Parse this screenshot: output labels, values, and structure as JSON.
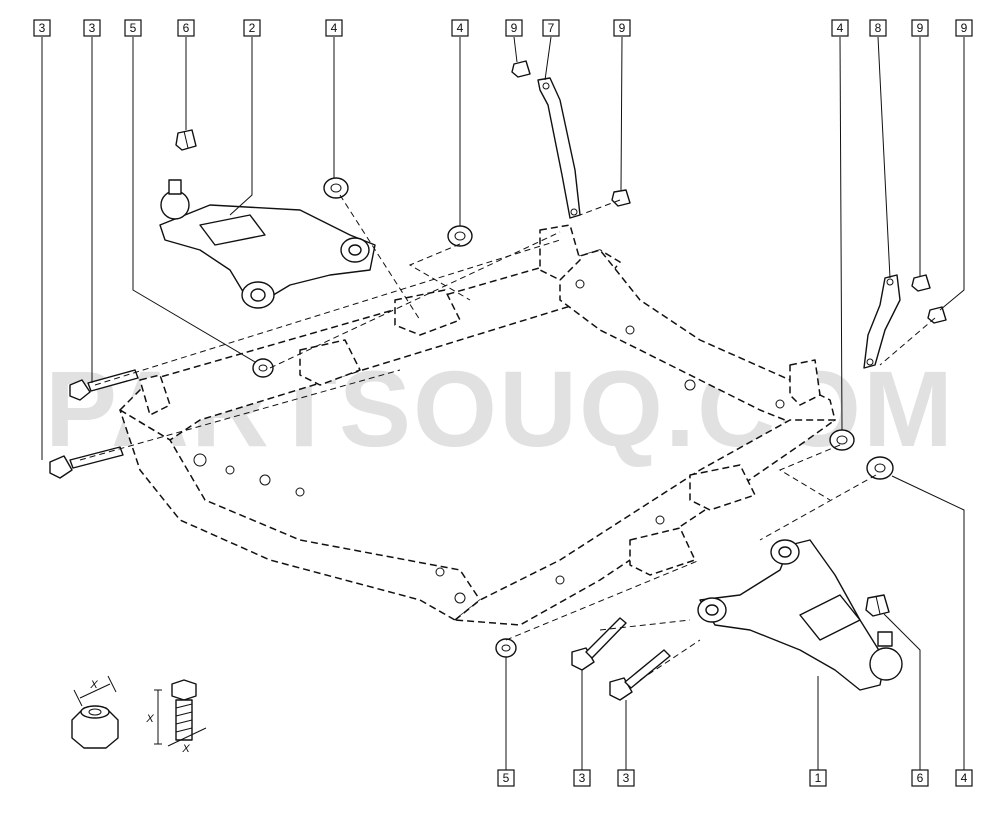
{
  "watermark": "PARTSOUQ.COM",
  "callouts_top": [
    "3",
    "3",
    "5",
    "6",
    "2",
    "4",
    "4",
    "9",
    "7",
    "9",
    "4",
    "8",
    "9",
    "9"
  ],
  "callouts_bottom": [
    "5",
    "3",
    "3",
    "1",
    "6",
    "4"
  ],
  "dimension_label": "X"
}
